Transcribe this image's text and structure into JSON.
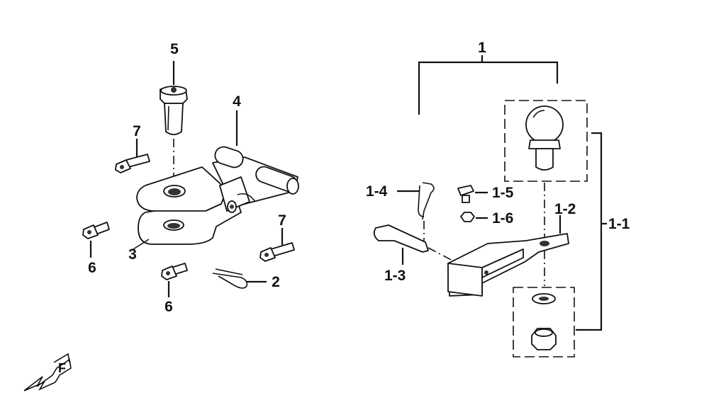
{
  "callouts": {
    "c1": "1",
    "c1_1": "1-1",
    "c1_2": "1-2",
    "c1_3": "1-3",
    "c1_4": "1-4",
    "c1_5": "1-5",
    "c1_6": "1-6",
    "c2": "2",
    "c3": "3",
    "c4": "4",
    "c5": "5",
    "c6a": "6",
    "c6b": "6",
    "c7a": "7",
    "c7b": "7"
  },
  "direction_mark": {
    "letter": "F",
    "icon": "front-direction-arrow-icon"
  },
  "colors": {
    "ink": "#111111",
    "background": "#ffffff"
  }
}
